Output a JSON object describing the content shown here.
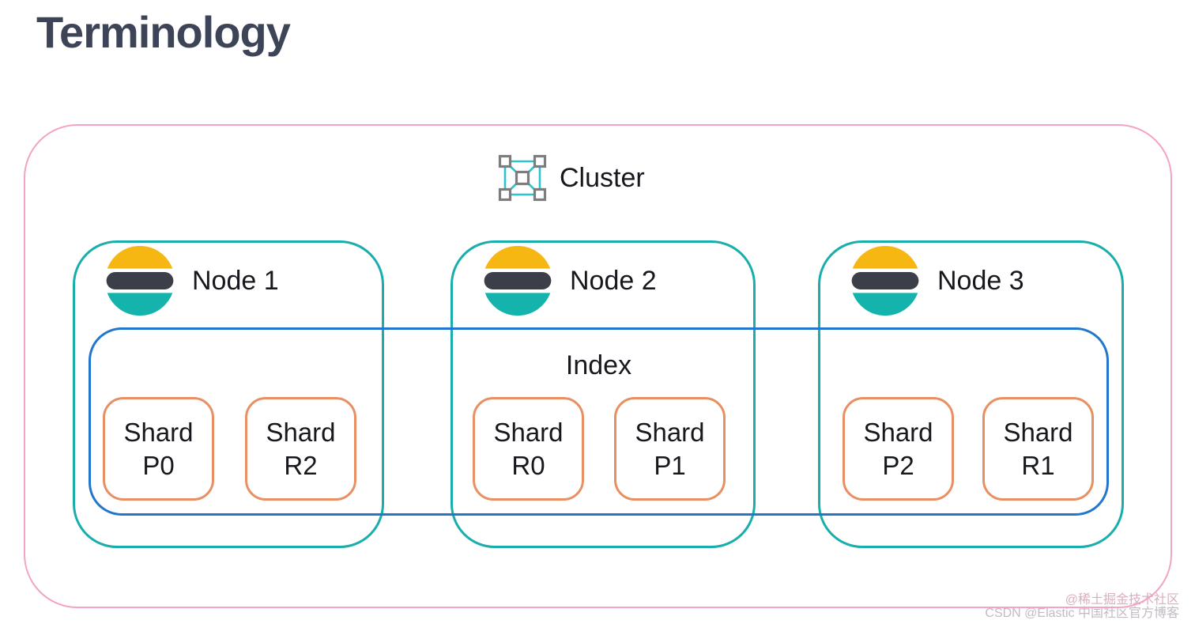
{
  "title": "Terminology",
  "cluster": {
    "label": "Cluster"
  },
  "index": {
    "label": "Index"
  },
  "nodes": [
    {
      "label": "Node 1",
      "shards": [
        {
          "line1": "Shard",
          "line2": "P0"
        },
        {
          "line1": "Shard",
          "line2": "R2"
        }
      ]
    },
    {
      "label": "Node 2",
      "shards": [
        {
          "line1": "Shard",
          "line2": "R0"
        },
        {
          "line1": "Shard",
          "line2": "P1"
        }
      ]
    },
    {
      "label": "Node 3",
      "shards": [
        {
          "line1": "Shard",
          "line2": "P2"
        },
        {
          "line1": "Shard",
          "line2": "R1"
        }
      ]
    }
  ],
  "watermark": {
    "line1": "@稀土掘金技术社区",
    "line2": "CSDN @Elastic 中国社区官方博客"
  },
  "colors": {
    "cluster_border": "#f2a3c6",
    "node_border": "#19aeac",
    "index_border": "#2277cc",
    "shard_border": "#e88f63",
    "title_text": "#3d4458",
    "label_text": "#16181d",
    "logo_yellow": "#f6b712",
    "logo_dark": "#3c3f48",
    "logo_teal": "#14b3ab",
    "icon_line_teal": "#2cc4ce",
    "icon_square_gray": "#7d7d7d",
    "watermark_pink": "#d9aebf",
    "watermark_gray": "#c2bbc1"
  }
}
